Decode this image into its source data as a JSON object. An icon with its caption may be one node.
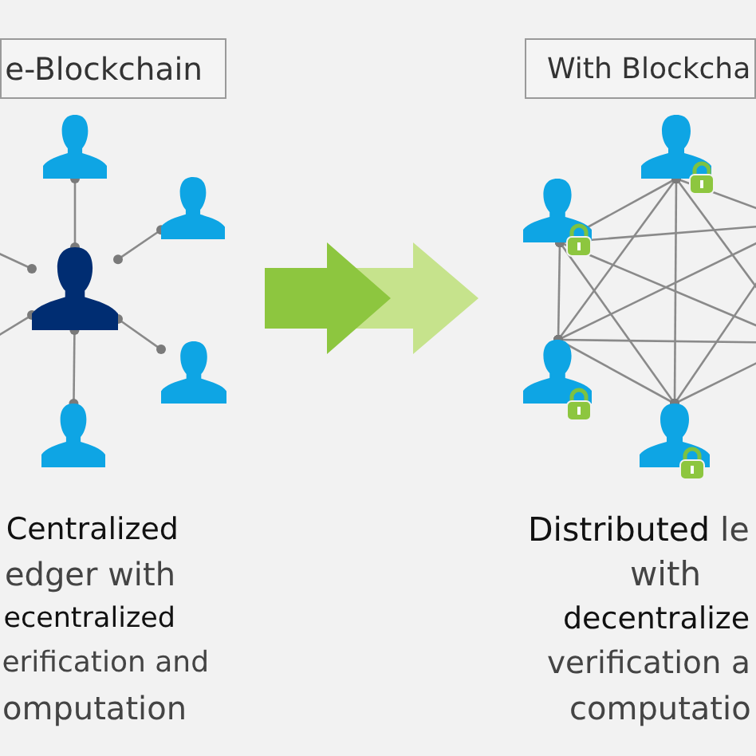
{
  "diagram": {
    "nodes": [
      {
        "text": [
          "e-Blockchain"
        ]
      },
      {
        "text": [],
        "shape": "person"
      },
      {
        "text": [],
        "shape": "person"
      },
      {
        "text": [],
        "shape": "person"
      },
      {
        "text": [],
        "shape": "person"
      },
      {
        "text": [],
        "shape": "person"
      },
      {
        "text": [
          "With Blockcha"
        ]
      },
      {
        "text": [],
        "shape": "person"
      },
      {
        "text": [],
        "shape": "person"
      },
      {
        "text": [],
        "shape": "person"
      },
      {
        "text": [],
        "shape": "person"
      }
    ],
    "edges": [
      {
        "from": 1,
        "to": 2,
        "arrow": "other"
      },
      {
        "from": 1,
        "to": 3,
        "arrow": "other"
      },
      {
        "from": 1,
        "to": 4,
        "arrow": "other"
      },
      {
        "from": 1,
        "to": 5,
        "arrow": "other"
      },
      {
        "from": null,
        "to": 1,
        "arrow": "other"
      },
      {
        "from": null,
        "to": 1,
        "arrow": "other"
      },
      {
        "from": 7,
        "to": 8,
        "arrow": "other"
      },
      {
        "from": 7,
        "to": 9,
        "arrow": "other"
      },
      {
        "from": 7,
        "to": 10,
        "arrow": "other"
      },
      {
        "from": 8,
        "to": 9,
        "arrow": "other"
      },
      {
        "from": 8,
        "to": 10,
        "arrow": "other"
      },
      {
        "from": 9,
        "to": 10,
        "arrow": "other"
      },
      {
        "from": 7,
        "to": null,
        "arrow": "other"
      },
      {
        "from": 7,
        "to": null,
        "arrow": "other"
      },
      {
        "from": 8,
        "to": null,
        "arrow": "other"
      },
      {
        "from": 8,
        "to": null,
        "arrow": "other"
      },
      {
        "from": 9,
        "to": null,
        "arrow": "other"
      },
      {
        "from": 9,
        "to": null,
        "arrow": "other"
      },
      {
        "from": 10,
        "to": null,
        "arrow": "other"
      },
      {
        "from": 10,
        "to": null,
        "arrow": "other"
      }
    ],
    "labels": [
      "Centralized",
      "edger with",
      "ecentralized",
      "erification and",
      "omputation",
      "**Distributed** le",
      "with",
      "decentralize",
      "verification a",
      "computatio"
    ]
  }
}
